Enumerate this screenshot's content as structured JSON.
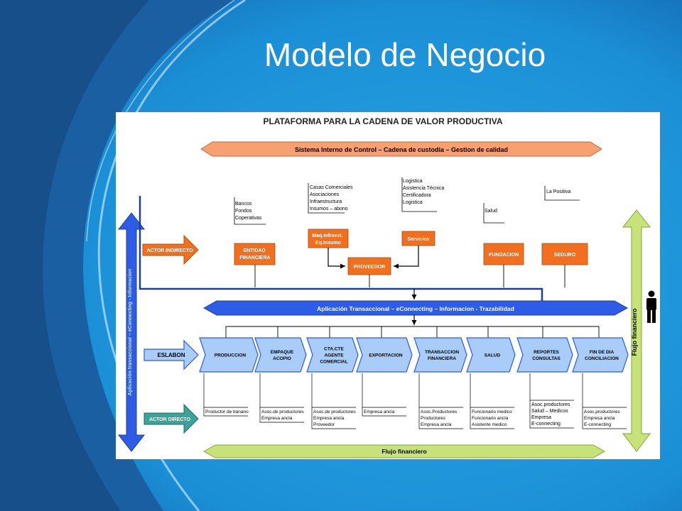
{
  "slide": {
    "title": "Modelo de Negocio"
  },
  "diagram": {
    "title": "PLATAFORMA PARA LA CADENA DE VALOR PRODUCTIVA",
    "control_banner": "Sistema Interno de Control – Cadena de custodia – Gestion de calidad",
    "platform_banner": "Aplicación Transaccional – eConnecting – Informacion - Trazabilidad",
    "finance_banner": "Flujo financiero",
    "left_axis_label": "Aplicación transaccional – eConnecting - Informacion",
    "right_axis_label": "Flujo financiero",
    "actor_indirecto": "ACTOR INDIRECTO",
    "eslabon": "ESLABON",
    "actor_directo": "ACTOR DIRECTO",
    "person_icon": "person-icon",
    "indirect_actors": {
      "entidad_lines": [
        "ENTIDAD",
        "FINANCIERA"
      ],
      "entidad_notes": [
        "Bancos",
        "Fondos",
        "Coperativas"
      ],
      "maq_lines": [
        "Maq.Infraest.",
        "Eq.Insumo"
      ],
      "maq_notes": [
        "Casas Comerciales",
        "Asociaciones",
        "Infraestructura",
        "Insumos – abono"
      ],
      "servicios": "Servicios",
      "servicios_notes": [
        "Logistica",
        "Asistencia Técnica",
        "Certificadora",
        "Logistica"
      ],
      "proveedor": "PROVEEDOR",
      "fundacion": "FUNDACION",
      "fundacion_notes": [
        "Salud"
      ],
      "seguro": "SEGURO",
      "seguro_notes": [
        "La Positiva"
      ]
    },
    "chain": [
      {
        "lines": [
          "PRODUCCION"
        ],
        "notes": [
          "Productor de banano"
        ]
      },
      {
        "lines": [
          "EMPAQUE",
          "ACOPIO"
        ],
        "notes": [
          "Asoc.de productores",
          "Empresa ancla"
        ]
      },
      {
        "lines": [
          "CTA.CTE",
          "AGENTE",
          "COMERCIAL"
        ],
        "notes": [
          "Asoc.de productores",
          "Empresa ancla",
          "Proveedor"
        ]
      },
      {
        "lines": [
          "EXPORTACION"
        ],
        "notes": [
          "Empresa ancla"
        ]
      },
      {
        "lines": [
          "TRANSACCION",
          "FINANCIERA"
        ],
        "notes": [
          "Asoc.Productores",
          "Productores",
          "Empresa ancla"
        ]
      },
      {
        "lines": [
          "SALUD"
        ],
        "notes": [
          "Funcionario medico",
          "Funcionario ancla",
          "Asistente medico"
        ]
      },
      {
        "lines": [
          "REPORTES",
          "CONSULTAS"
        ],
        "notes": [
          "Asoc.productores",
          "Salud – Medicos",
          "Empresa",
          "E-connecting"
        ]
      },
      {
        "lines": [
          "FIN DE DIA",
          "CONCILIACION"
        ],
        "notes": [
          "Asoc.productores",
          "Empresa ancla",
          "E-connecting"
        ]
      }
    ],
    "colors": {
      "orange": "#f26f1f",
      "salmon": "#f7a173",
      "royal_blue": "#2e5ce6",
      "light_blue": "#a9cdf8",
      "green": "#c8e27a",
      "teal": "#3aa39a",
      "navy": "#1f3f8f"
    }
  }
}
